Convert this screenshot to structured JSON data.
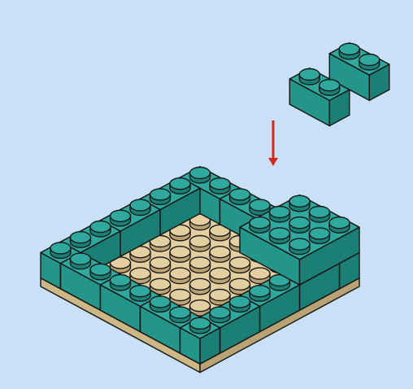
{
  "diagram": {
    "kind": "brick-building-instruction-step",
    "colors": {
      "background": "#c9e0f6",
      "teal_top": "#2fa89d",
      "teal_left": "#23958a",
      "teal_right": "#1b7f75",
      "tan_top": "#e3cf9f",
      "tan_left": "#cdb785",
      "tan_right": "#b9a273",
      "outline": "#1a1a1a",
      "arrow": "#d52b1e"
    },
    "parts": {
      "baseplate": "tan-8x8-plate",
      "floor": "tan-6x6-studs",
      "walls": "teal-bricks",
      "incoming_part": "teal-bracket-brick"
    },
    "arrow_direction": "down"
  }
}
